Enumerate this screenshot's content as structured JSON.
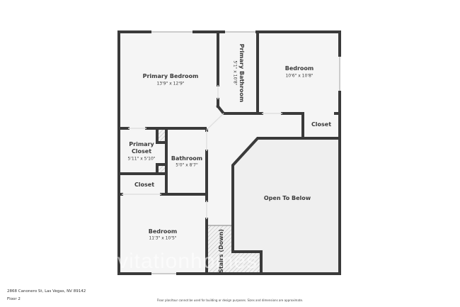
{
  "colors": {
    "wall": "#3a3a3a",
    "floor": "#f5f5f5",
    "open_area": "#eeeeee",
    "window": "#dddddd",
    "hatch": "#bbbbbb",
    "text": "#3a3a3a"
  },
  "rooms": [
    {
      "name": "Primary Bedroom",
      "dims": "13'9\" x 12'9\""
    },
    {
      "name": "Primary Bathroom",
      "dims": "5'1\" x 10'8\""
    },
    {
      "name": "Bedroom",
      "dims": "10'6\" x 10'8\""
    },
    {
      "name": "Closet",
      "dims": ""
    },
    {
      "name": "Primary Closet",
      "dims": "5'11\" x 5'10\""
    },
    {
      "name": "Bathroom",
      "dims": "5'0\" x 8'7\""
    },
    {
      "name": "Closet",
      "dims": ""
    },
    {
      "name": "Open To Below",
      "dims": ""
    },
    {
      "name": "Bedroom",
      "dims": "11'3\" x 10'5\""
    },
    {
      "name": "Stairs (Down)",
      "dims": ""
    }
  ],
  "labels": {
    "primary_closet_line1": "Primary",
    "primary_closet_line2": "Closet"
  },
  "footer": {
    "address": "2868 Canonero St, Las Vegas, NV 89142",
    "floor": "Floor 2",
    "disclaimer": "Floor plan/tour cannot be used for building or design purposes. Sizes and dimensions are approximate."
  },
  "watermark": {
    "bottom": "vitationhomes"
  }
}
